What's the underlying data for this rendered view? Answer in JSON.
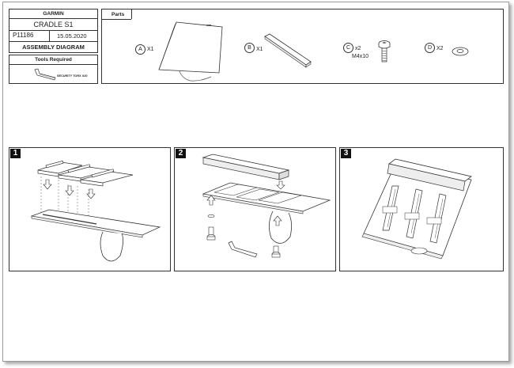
{
  "title_block": {
    "brand": "GARMIN",
    "product": "CRADLE S1",
    "part_number": "P11186",
    "date": "15.05.2020",
    "doc_type": "ASSEMBLY DIAGRAM"
  },
  "tools": {
    "heading": "Tools Required",
    "tool_label": "SECURITY TORX X20",
    "tool_icon": "allen-key-icon"
  },
  "parts": {
    "heading": "Parts",
    "items": [
      {
        "letter": "A",
        "qty": "X1",
        "spec": "",
        "icon": "cradle-plate-icon"
      },
      {
        "letter": "B",
        "qty": "X1",
        "spec": "",
        "icon": "bar-icon"
      },
      {
        "letter": "C",
        "qty": "x2",
        "spec": "M4x10",
        "icon": "screw-icon"
      },
      {
        "letter": "D",
        "qty": "X2",
        "spec": "",
        "icon": "washer-icon"
      }
    ]
  },
  "steps": [
    {
      "number": "1"
    },
    {
      "number": "2"
    },
    {
      "number": "3"
    }
  ],
  "colors": {
    "line": "#333333",
    "step_badge": "#111111"
  }
}
